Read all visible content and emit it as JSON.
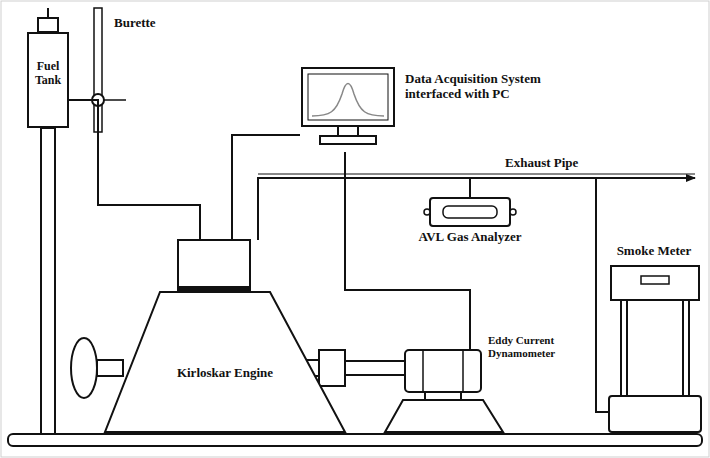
{
  "diagram": {
    "nodes": [
      {
        "text": [
          "Fuel Tank"
        ]
      },
      {
        "text": [
          "Data Acquisition System interfaced with PC"
        ]
      },
      {
        "text": [
          "Kirloskar Engine"
        ]
      },
      {
        "text": [
          "Eddy Current Dynamometer"
        ]
      },
      {
        "text": [
          "AVL Gas Analyzer"
        ]
      },
      {
        "text": [
          "Smoke Meter"
        ]
      }
    ],
    "edges": [
      {
        "from": 0,
        "to": 2,
        "arrow": "none"
      },
      {
        "from": 2,
        "to": 1,
        "arrow": "none"
      },
      {
        "from": 3,
        "to": 1,
        "arrow": "none"
      },
      {
        "from": 2,
        "to": 4,
        "arrow": "none"
      },
      {
        "from": 2,
        "to": 5,
        "arrow": "none"
      }
    ],
    "labels": [
      "Burette",
      "Exhaust Pipe"
    ]
  }
}
